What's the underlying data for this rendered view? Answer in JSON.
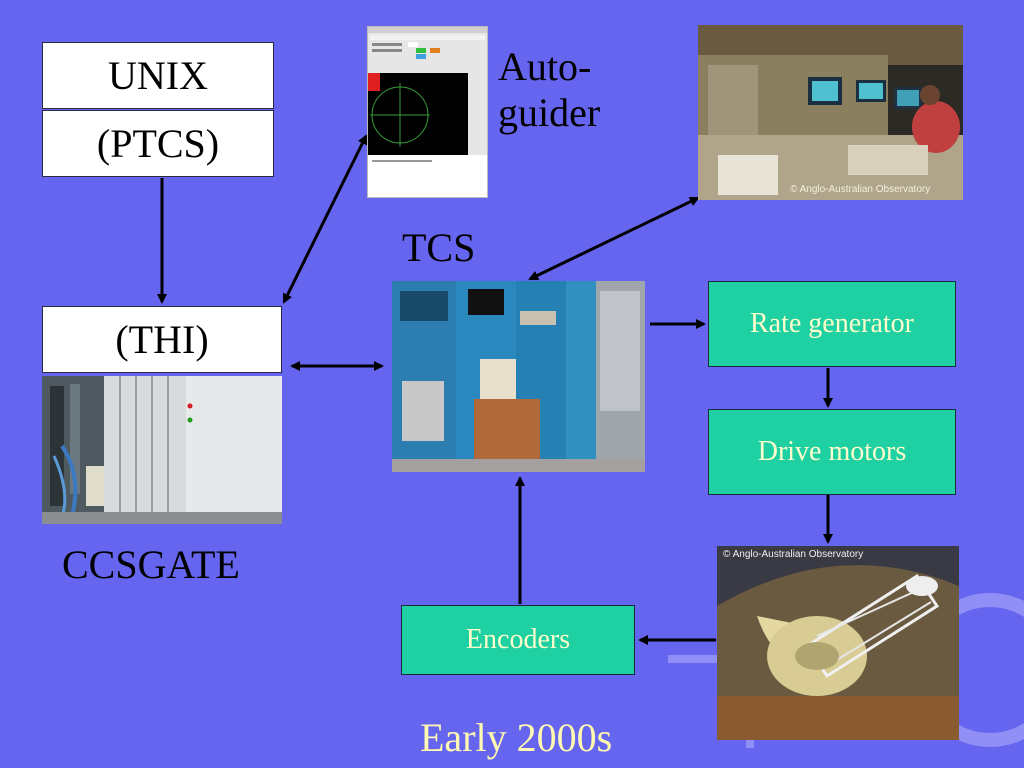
{
  "boxes": {
    "unix": "UNIX",
    "ptcs": "(PTCS)",
    "thi": "(THI)",
    "rate_generator": "Rate generator",
    "drive_motors": "Drive motors",
    "encoders": "Encoders"
  },
  "labels": {
    "autoguider": "Auto-\nguider",
    "tcs": "TCS",
    "ccsgate": "CCSGATE"
  },
  "caption": "Early 2000s",
  "photo_credits": {
    "control_room": "© Anglo-Australian Observatory",
    "telescope": "© Anglo-Australian Observatory"
  },
  "colors": {
    "background": "#6565f0",
    "box_green": "#1ed0a2",
    "box_green_text": "#fffccc",
    "caption_text": "#fff8b0"
  }
}
